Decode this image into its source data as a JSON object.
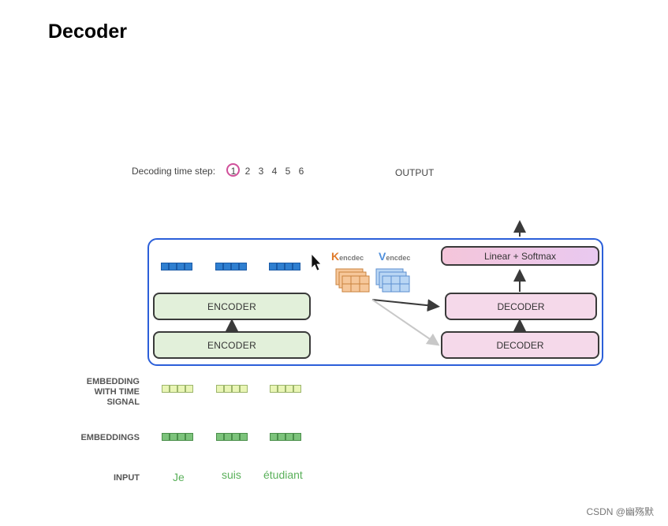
{
  "title": "Decoder",
  "decoding": {
    "label": "Decoding time step:",
    "steps": [
      "1",
      "2",
      "3",
      "4",
      "5",
      "6"
    ],
    "current_step": 1
  },
  "output_label": "OUTPUT",
  "encoders": [
    "ENCODER",
    "ENCODER"
  ],
  "decoders": [
    "DECODER",
    "DECODER"
  ],
  "softmax_label": "Linear + Softmax",
  "kv": {
    "k_letter": "K",
    "k_sub": "encdec",
    "k_color": "#e07b2c",
    "v_letter": "V",
    "v_sub": "encdec",
    "v_color": "#4f8fdc"
  },
  "row_labels": {
    "embedding_time_1": "EMBEDDING",
    "embedding_time_2": "WITH TIME",
    "embedding_time_3": "SIGNAL",
    "embeddings": "EMBEDDINGS",
    "input": "INPUT"
  },
  "words": [
    "Je",
    "suis",
    "étudiant"
  ],
  "watermark": "CSDN @幽殇默",
  "colors": {
    "outer_box": "#2b5fd9",
    "encoder_fill": "#e2f0da",
    "decoder_fill": "#f5d9ea",
    "step_circle": "#d0509a",
    "encoder_output_vector": "#2f7fd0",
    "time_signal_vector": "#e9f5b5",
    "embedding_vector": "#7cc37b",
    "input_word": "#5ab05a"
  }
}
